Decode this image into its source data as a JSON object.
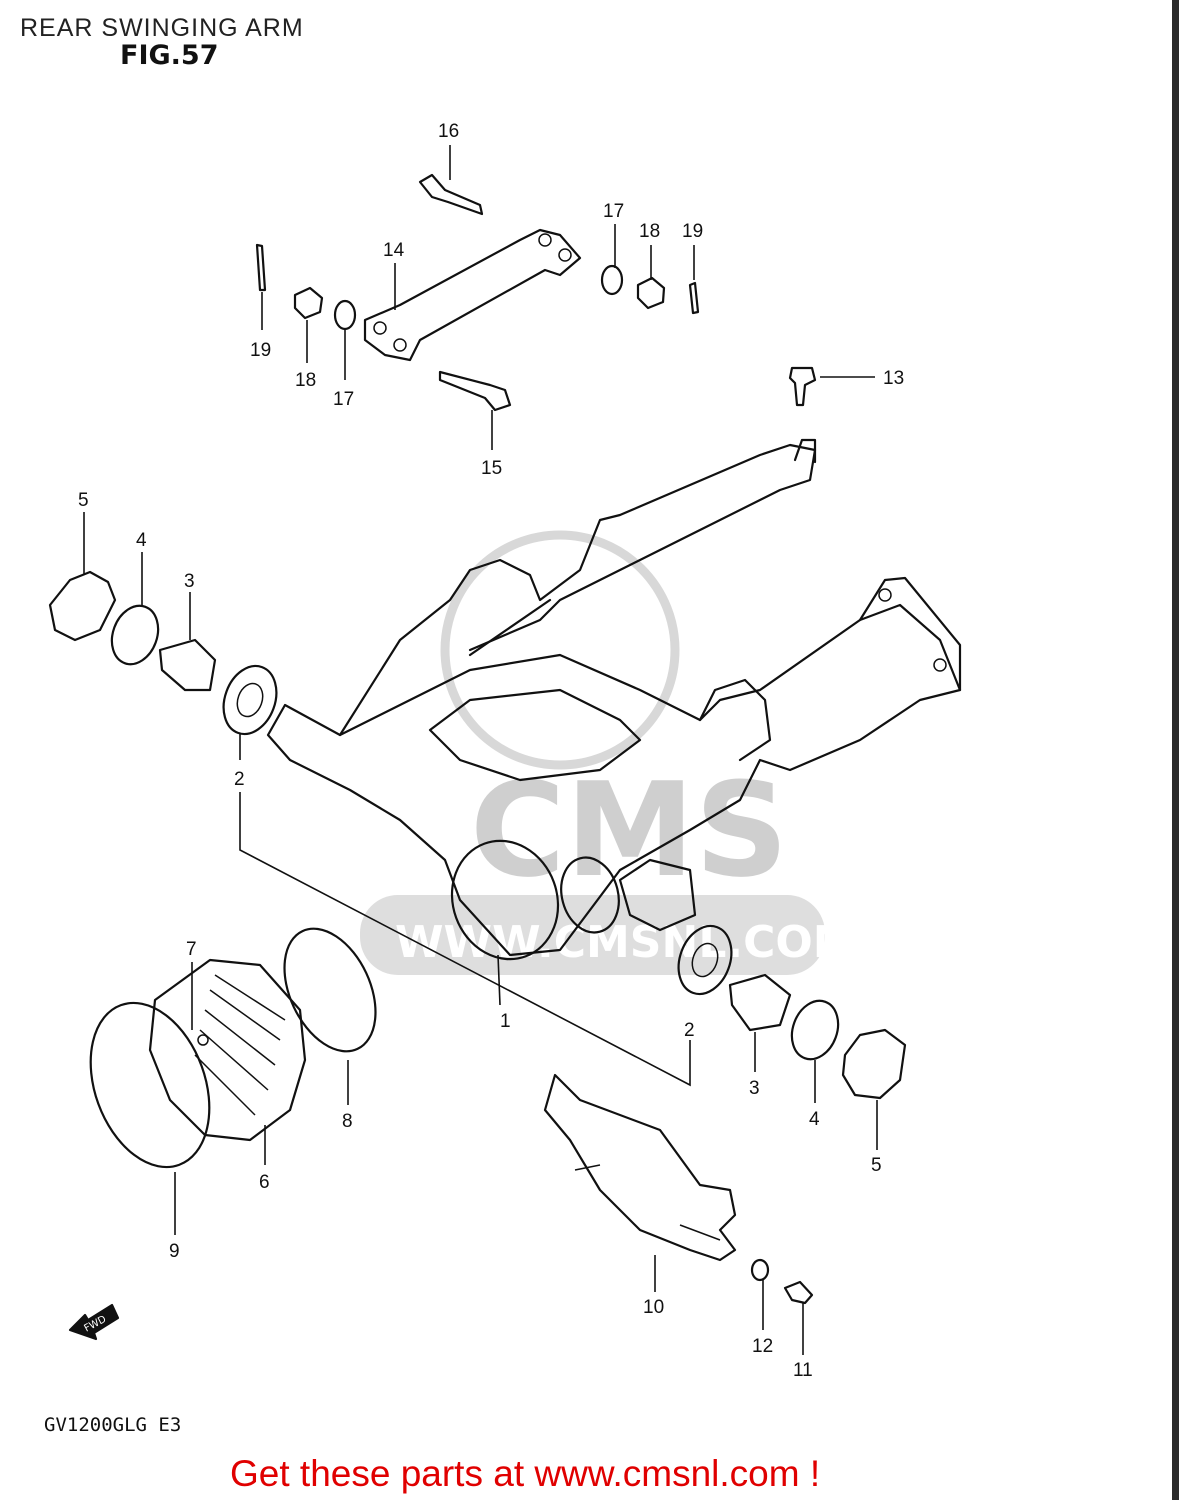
{
  "header": {
    "title": "REAR SWINGING ARM",
    "figure": "FIG.57"
  },
  "footer": {
    "model_code": "GV1200GLG E3",
    "promo": "Get these parts at www.cmsnl.com !"
  },
  "watermark": {
    "logo": "CMS",
    "url": "WWW.CMSNL.COM"
  },
  "fwd_label": "FWD",
  "callouts": [
    "1",
    "2",
    "2",
    "3",
    "3",
    "4",
    "4",
    "5",
    "5",
    "6",
    "7",
    "8",
    "9",
    "10",
    "11",
    "12",
    "13",
    "14",
    "15",
    "16",
    "17",
    "17",
    "18",
    "18",
    "19",
    "19"
  ],
  "colors": {
    "line_art": "#111111",
    "promo_text": "#e00000",
    "watermark": "#d0d0d0"
  }
}
